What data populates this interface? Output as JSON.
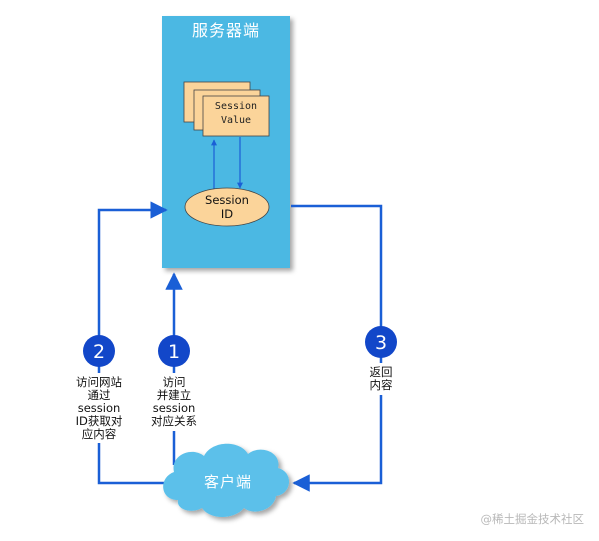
{
  "server": {
    "title": "服务器端",
    "value_stack": {
      "line1": "Session",
      "line2": "Value"
    },
    "session_id": {
      "line1": "Session",
      "line2": "ID"
    }
  },
  "client": {
    "label": "客户端"
  },
  "steps": [
    {
      "number": "1",
      "lines": [
        "访问",
        "并建立",
        "session",
        "对应关系"
      ]
    },
    {
      "number": "2",
      "lines": [
        "访问网站",
        "通过",
        "session",
        "ID获取对",
        "应内容"
      ]
    },
    {
      "number": "3",
      "lines": [
        "返回",
        "内容"
      ]
    }
  ],
  "watermark": "@稀土掘金技术社区",
  "colors": {
    "server_fill": "#4cb8e3",
    "connector": "#1a5fd6",
    "step_circle": "#1247c9",
    "note_fill": "#fbd49a",
    "cloud_fill": "#5bc0ea"
  }
}
